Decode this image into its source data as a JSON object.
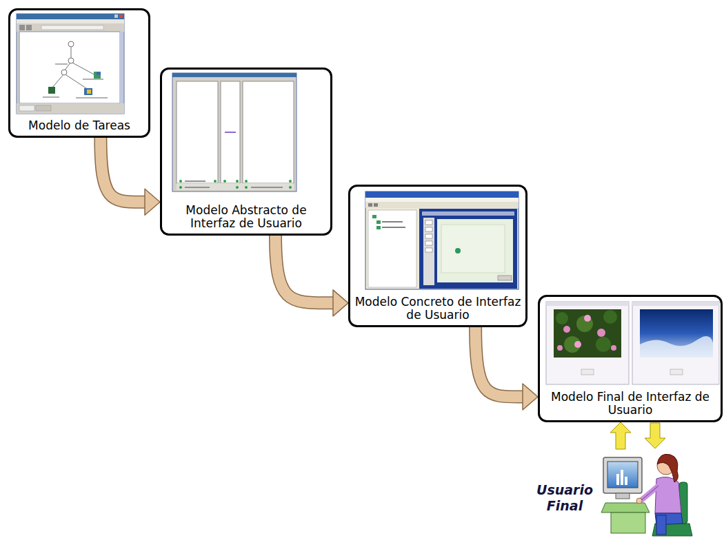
{
  "diagram": {
    "nodes": [
      {
        "text": [
          "Modelo de Tareas"
        ]
      },
      {
        "text": [
          "Modelo Abstracto de Interfaz de Usuario"
        ]
      },
      {
        "text": [
          "Modelo Concreto de Interfaz de Usuario"
        ]
      },
      {
        "text": [
          "Modelo Final de Interfaz de Usuario"
        ]
      }
    ],
    "edges": [
      {
        "from": 0,
        "to": 1,
        "arrow": "to"
      },
      {
        "from": 1,
        "to": 2,
        "arrow": "to"
      },
      {
        "from": 2,
        "to": 3,
        "arrow": "to"
      }
    ],
    "labels": [
      "Usuario Final"
    ]
  }
}
